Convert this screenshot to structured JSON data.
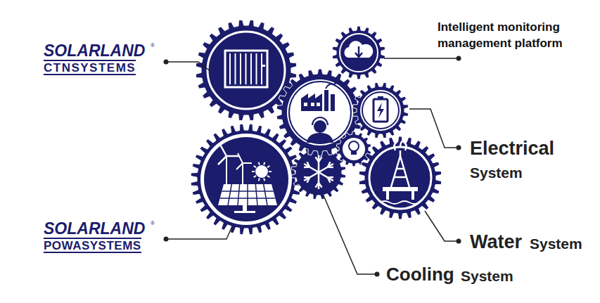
{
  "diagram": {
    "labels": [
      "SOLARLAND",
      "®",
      "CTNSYSTEMS",
      "SOLARLAND",
      "®",
      "POWASYSTEMS",
      "Intelligent monitoring management platform",
      "Electrical",
      "System",
      "Water",
      "System",
      "Cooling",
      "System"
    ]
  }
}
